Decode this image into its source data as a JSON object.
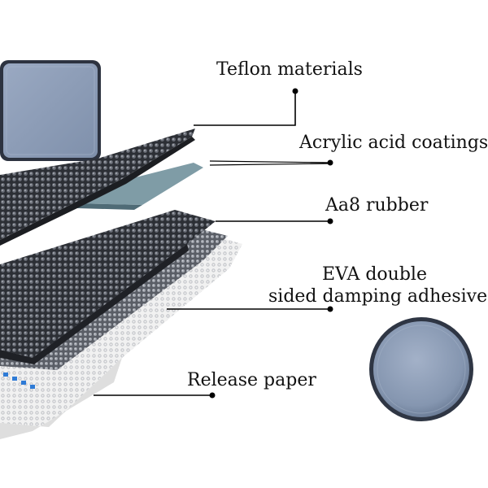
{
  "labels": {
    "teflon": "Teflon materials",
    "acrylic": "Acrylic acid coatings",
    "rubber": "Aa8 rubber",
    "eva_line1": "EVA double",
    "eva_line2": "sided damping adhesive",
    "release": "Release paper"
  },
  "colors": {
    "pad_blue": "#8596b0",
    "pad_blue_light": "#9aa9c2",
    "rubber_dark": "#3a3d44",
    "acrylic_teal": "#6f8d98",
    "release_paper": "#e9e9e9",
    "leader_line": "#000000"
  }
}
